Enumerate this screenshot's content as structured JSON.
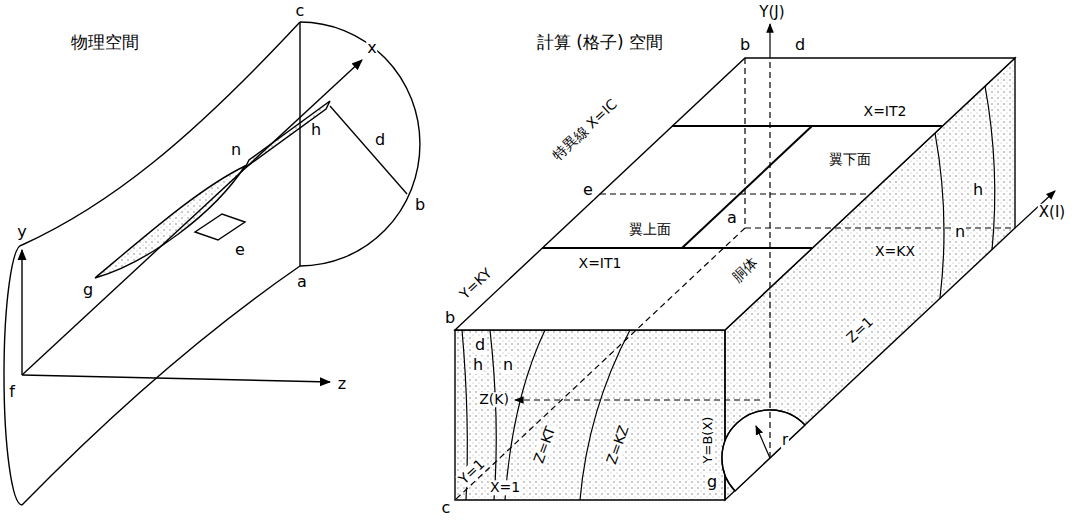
{
  "diagram": {
    "labels": [
      "物理空間",
      "c",
      "x",
      "h",
      "d",
      "b",
      "n",
      "y",
      "g",
      "e",
      "a",
      "f",
      "z",
      "計算 (格子) 空間",
      "Y(J)",
      "b",
      "d",
      "特異線 X=IC",
      "e",
      "X=IT2",
      "翼下面",
      "翼上面",
      "X=IT1",
      "Y=KY",
      "Z=KT",
      "胴体",
      "h",
      "a",
      "X=KX",
      "n",
      "X(I)",
      "b",
      "d",
      "Z=KZ",
      "Z(K)",
      "h",
      "n",
      "Y=B(X)",
      "r",
      "g",
      "Z=1",
      "Y=1",
      "X=1",
      "c"
    ]
  }
}
